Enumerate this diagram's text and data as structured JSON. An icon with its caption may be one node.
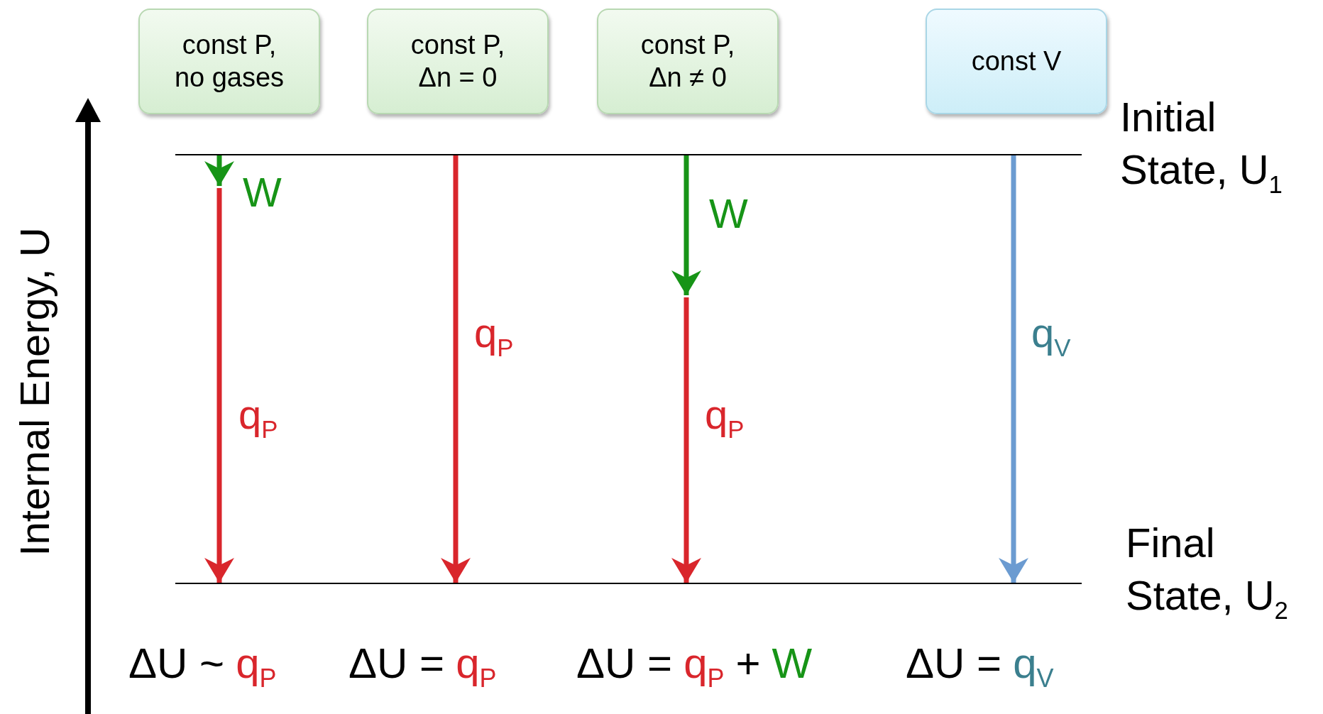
{
  "diagram": {
    "nodes": [
      {
        "text": [
          "const P, no gases"
        ]
      },
      {
        "text": [
          "const P, Δn = 0"
        ]
      },
      {
        "text": [
          "const P, Δn ≠ 0"
        ]
      },
      {
        "text": [
          "const V"
        ]
      },
      {
        "text": [
          "Initial State, U$_{1}$"
        ]
      },
      {
        "text": [
          "Final State, U$_{2}$"
        ]
      }
    ],
    "edges": [
      {
        "from": 4,
        "to": null,
        "arrow": "to",
        "label": "W",
        "color": "#179417"
      },
      {
        "from": null,
        "to": 5,
        "arrow": "to",
        "label": "q$_{P}$"
      },
      {
        "from": 4,
        "to": 5,
        "arrow": "to",
        "label": "q$_{P}$"
      },
      {
        "from": 4,
        "to": null,
        "arrow": "to",
        "label": "W",
        "color": "#179417"
      },
      {
        "from": null,
        "to": 5,
        "arrow": "to",
        "label": "q$_{P}$"
      },
      {
        "from": 4,
        "to": 5,
        "arrow": "to",
        "label": "q$_{V}$",
        "color": "#6b9bd1"
      }
    ],
    "labels": [
      "Internal Energy, U",
      "ΔU ~",
      "q$_{P}$",
      "ΔU =",
      "q$_{P}$",
      "ΔU =",
      "q$_{P}$",
      "+",
      "W",
      "ΔU =",
      "q$_{V}$"
    ]
  }
}
